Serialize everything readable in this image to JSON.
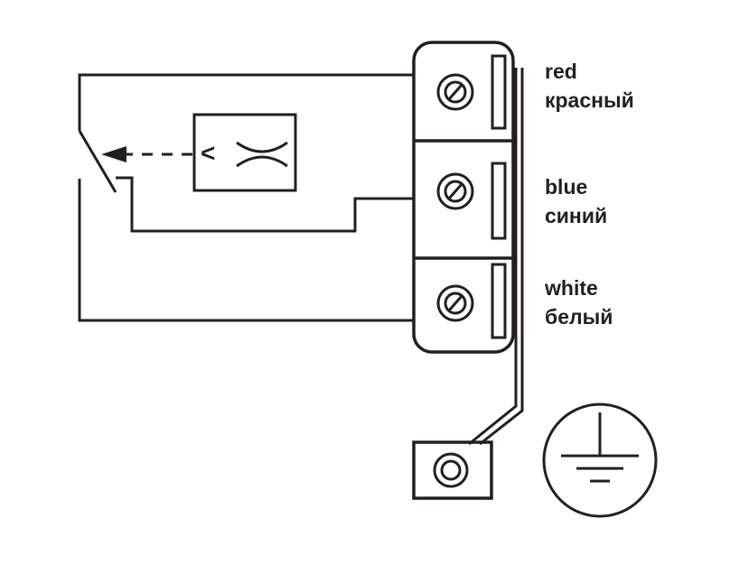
{
  "terminals": [
    {
      "label_en": "red",
      "label_ru": "красный"
    },
    {
      "label_en": "blue",
      "label_ru": "синий"
    },
    {
      "label_en": "white",
      "label_ru": "белый"
    }
  ],
  "sensor": {
    "symbol": "<"
  },
  "colors": {
    "line": "#231f20",
    "background": "#ffffff"
  }
}
